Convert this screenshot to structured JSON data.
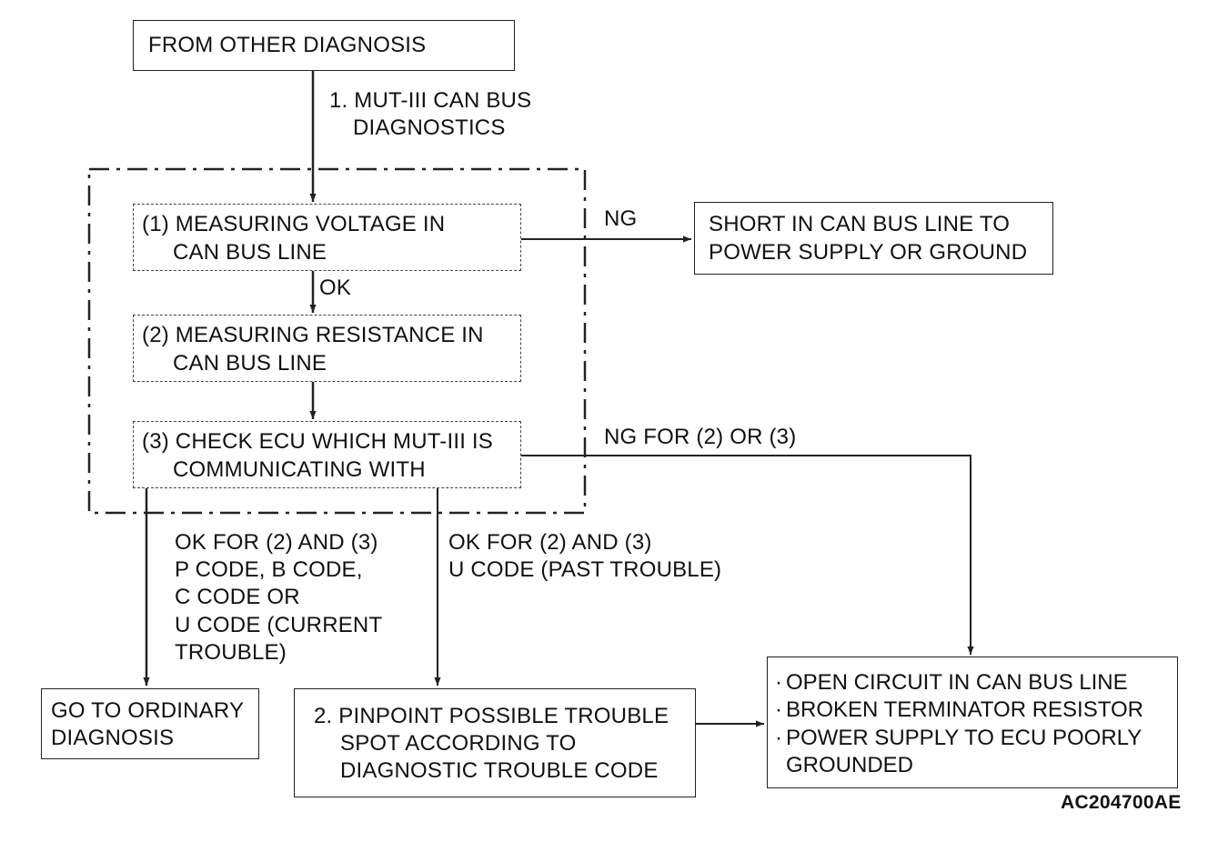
{
  "boxes": {
    "from_other": "FROM OTHER DIAGNOSIS",
    "step1_measure_voltage": [
      "(1) MEASURING VOLTAGE IN",
      "CAN BUS LINE"
    ],
    "step2_measure_resistance": [
      "(2) MEASURING RESISTANCE IN",
      "CAN BUS LINE"
    ],
    "step3_check_ecu": [
      "(3) CHECK ECU WHICH MUT-III IS",
      "COMMUNICATING WITH"
    ],
    "short_result": [
      "SHORT IN CAN BUS LINE TO",
      "POWER SUPPLY OR GROUND"
    ],
    "ordinary": [
      "GO TO ORDINARY",
      "DIAGNOSIS"
    ],
    "pinpoint": [
      "2. PINPOINT POSSIBLE TROUBLE",
      "SPOT ACCORDING TO",
      "DIAGNOSTIC TROUBLE CODE"
    ],
    "causes": {
      "bullet": "·",
      "items": [
        "OPEN CIRCUIT IN CAN BUS LINE",
        "BROKEN TERMINATOR RESISTOR",
        "POWER SUPPLY TO ECU POORLY",
        "GROUNDED"
      ]
    }
  },
  "labels": {
    "mut_diag": [
      "1. MUT-III CAN BUS",
      "DIAGNOSTICS"
    ],
    "ng": "NG",
    "ok": "OK",
    "ng_for_2_3": "NG FOR (2) OR (3)",
    "ok_current": [
      "OK FOR (2) AND (3)",
      "P CODE, B CODE,",
      "C CODE OR",
      "U CODE (CURRENT",
      "TROUBLE)"
    ],
    "ok_past": [
      "OK FOR (2) AND (3)",
      "U CODE (PAST TROUBLE)"
    ]
  },
  "figure_code": "AC204700AE"
}
